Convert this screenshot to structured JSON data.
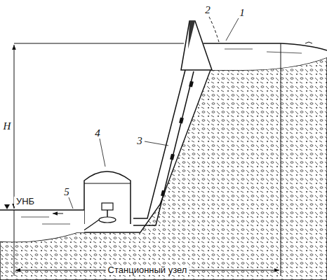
{
  "diagram": {
    "labels": [
      "1",
      "2",
      "3",
      "4",
      "5",
      "H",
      "УНБ",
      "Станционный узел"
    ]
  }
}
